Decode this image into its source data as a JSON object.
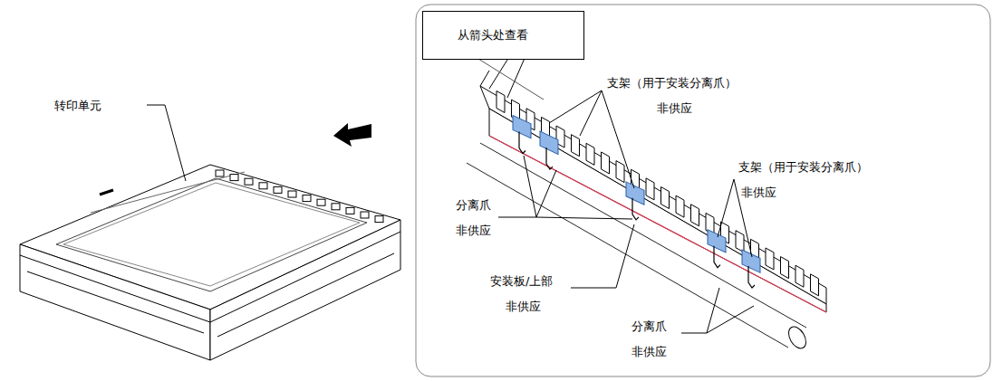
{
  "diagram": {
    "nodes": [
      {
        "text": [
          "从箭头处查看"
        ]
      }
    ],
    "labels": [
      "转印单元",
      "支架（用于安装分离爪）",
      "非供应",
      "支架（用于安装分离爪）",
      "非供应",
      "分离爪",
      "非供应",
      "安装板/上部",
      "非供应",
      "分离爪",
      "非供应"
    ]
  }
}
